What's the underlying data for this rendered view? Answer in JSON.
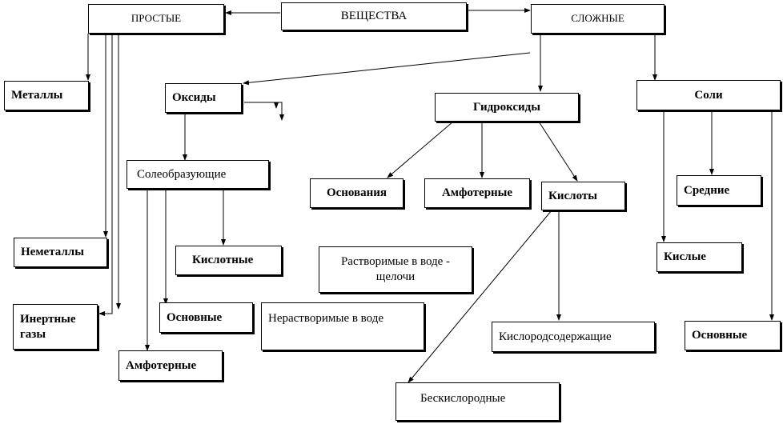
{
  "nodes": {
    "substances": "ВЕЩЕСТВА",
    "simple": "ПРОСТЫЕ",
    "complex": "СЛОЖНЫЕ",
    "metals": "Металлы",
    "nonmetals": "Неметаллы",
    "inert_gases": "Инертные газы",
    "oxides": "Оксиды",
    "salt_forming": "Солеобразующие",
    "acidic_oxides": "Кислотные",
    "basic_oxides": "Основные",
    "amphoteric_oxides": "Амфотерные",
    "hydroxides": "Гидроксиды",
    "bases": "Основания",
    "amphoteric_hydroxides": "Амфотерные",
    "acids": "Кислоты",
    "soluble_alkalis": "Растворимые в воде - щелочи",
    "insoluble": "Нерастворимые в воде",
    "oxygen_acids": "Кислородсодержащие",
    "oxygen_free_acids": "Бескислородные",
    "salts": "Соли",
    "middle_salts": "Средние",
    "acid_salts": "Кислые",
    "basic_salts": "Основные"
  }
}
